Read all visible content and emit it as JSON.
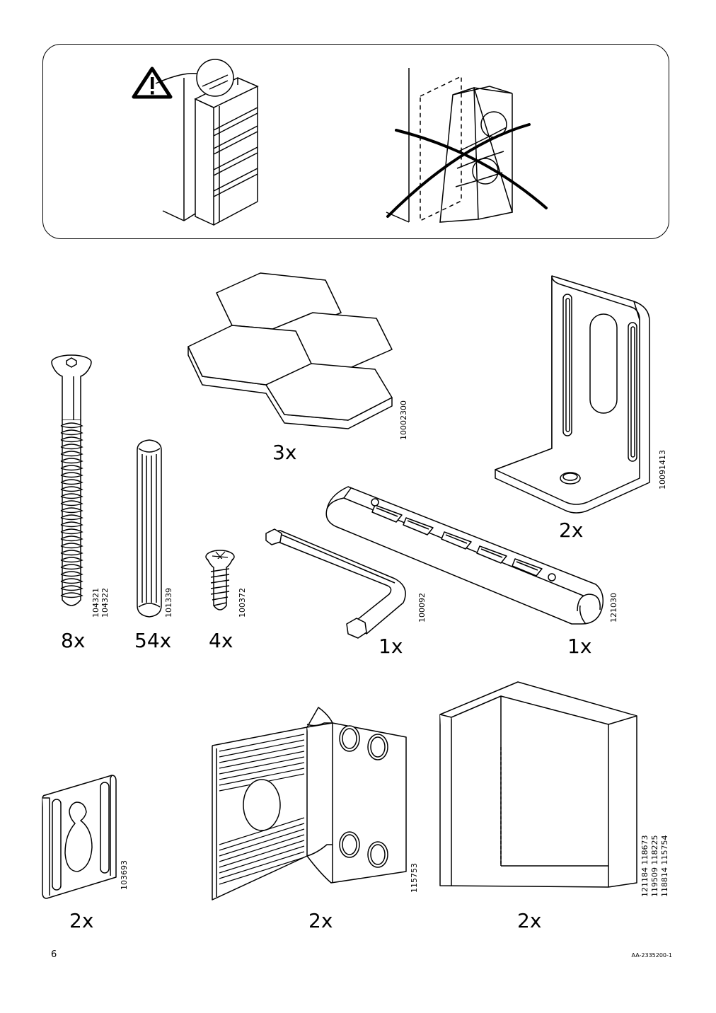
{
  "warning_panel": {
    "allowed_icon": "bookcase-anchored-to-wall",
    "forbidden_icon": "bookcase-tipping-over-crossed"
  },
  "parts": [
    {
      "id": "screw-long",
      "quantity": "8x",
      "article_numbers": [
        "104321",
        "104322"
      ]
    },
    {
      "id": "dowel",
      "quantity": "54x",
      "article_numbers": [
        "101339"
      ]
    },
    {
      "id": "screw-short",
      "quantity": "4x",
      "article_numbers": [
        "100372"
      ]
    },
    {
      "id": "hexagon-plate",
      "quantity": "3x",
      "article_numbers": [
        "10002300"
      ]
    },
    {
      "id": "angle-bracket",
      "quantity": "2x",
      "article_numbers": [
        "10091413"
      ]
    },
    {
      "id": "allen-key",
      "quantity": "1x",
      "article_numbers": [
        "100092"
      ]
    },
    {
      "id": "connector-rail",
      "quantity": "1x",
      "article_numbers": [
        "121030"
      ]
    },
    {
      "id": "keyhole-plate",
      "quantity": "2x",
      "article_numbers": [
        "103693"
      ]
    },
    {
      "id": "corner-hinge-bracket",
      "quantity": "2x",
      "article_numbers": [
        "115753"
      ]
    },
    {
      "id": "corner-panel",
      "quantity": "2x",
      "article_numbers": [
        "121184 118673",
        "119509 118225",
        "118814 115754"
      ]
    }
  ],
  "footer": {
    "page_number": "6",
    "document_code": "AA-2335200-1"
  }
}
